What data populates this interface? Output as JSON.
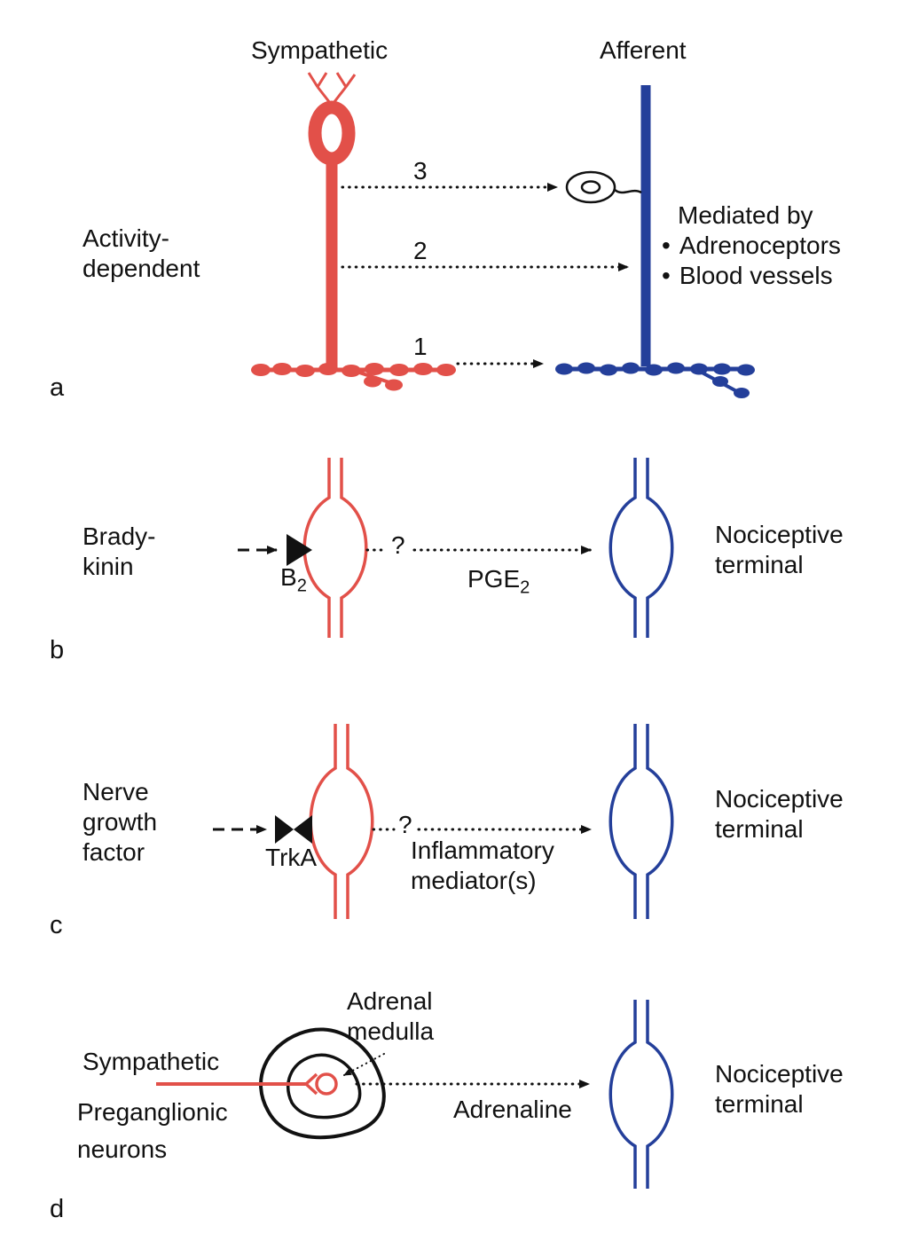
{
  "colors": {
    "red": "#e25049",
    "blue": "#243f9a",
    "ink": "#111111"
  },
  "panel_a": {
    "letter": "a",
    "sympathetic": "Sympathetic",
    "afferent": "Afferent",
    "activity_line1": "Activity-",
    "activity_line2": "dependent",
    "arrow_3": "3",
    "arrow_2": "2",
    "arrow_1": "1",
    "mediated_title": "Mediated by",
    "bullet": "•",
    "mediated_items": [
      "Adrenoceptors",
      "Blood vessels"
    ]
  },
  "panel_b": {
    "letter": "b",
    "stimulus_line1": "Brady-",
    "stimulus_line2": "kinin",
    "receptor_main": "B",
    "receptor_sub": "2",
    "question_mark": "?",
    "mediator_main": "PGE",
    "mediator_sub": "2",
    "target_line1": "Nociceptive",
    "target_line2": "terminal"
  },
  "panel_c": {
    "letter": "c",
    "stimulus_line1": "Nerve",
    "stimulus_line2": "growth",
    "stimulus_line3": "factor",
    "receptor": "TrkA",
    "question_mark": "?",
    "mediator_line1": "Inflammatory",
    "mediator_line2": "mediator(s)",
    "target_line1": "Nociceptive",
    "target_line2": "terminal"
  },
  "panel_d": {
    "letter": "d",
    "gland_line1": "Adrenal",
    "gland_line2": "medulla",
    "source_line1": "Sympathetic",
    "source_line2": "Preganglionic",
    "source_line3": "neurons",
    "mediator": "Adrenaline",
    "target_line1": "Nociceptive",
    "target_line2": "terminal"
  }
}
